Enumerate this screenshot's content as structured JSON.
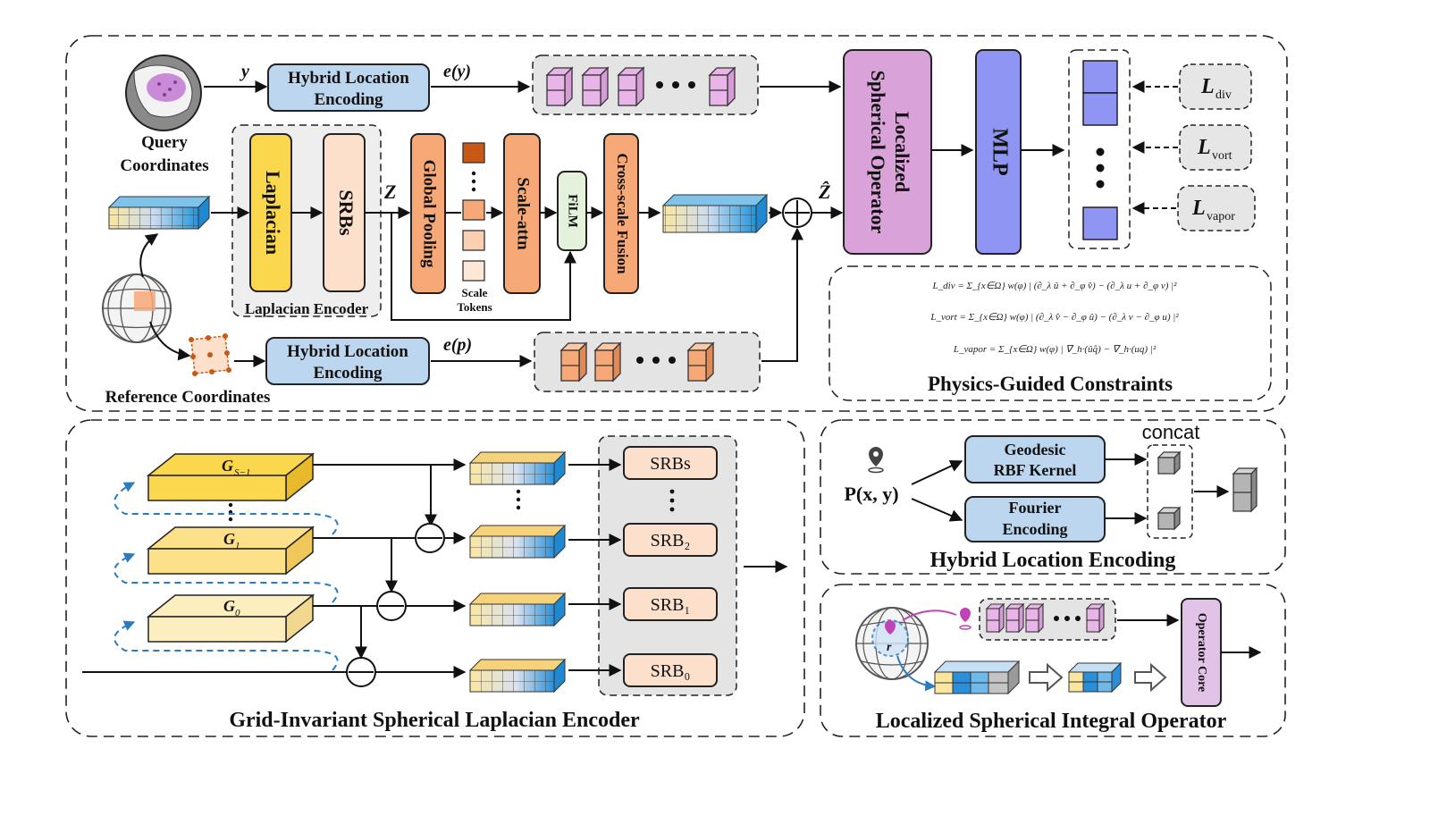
{
  "top": {
    "query_label_1": "Query",
    "query_label_2": "Coordinates",
    "y_label": "y",
    "hle_top_1": "Hybrid Location",
    "hle_top_2": "Encoding",
    "ey_label": "e(y)",
    "laplacian": "Laplacian",
    "srbs": "SRBs",
    "laplacian_encoder": "Laplacian Encoder",
    "z_label": "Z",
    "global_pooling": "Global Pooling",
    "scale_tokens_1": "Scale",
    "scale_tokens_2": "Tokens",
    "scale_attn": "Scale-attn",
    "film": "FiLM",
    "cross_scale": "Cross-scale Fusion",
    "zhat_label": "Ẑ",
    "lso_1": "Localized",
    "lso_2": "Spherical Operator",
    "mlp": "MLP",
    "loss_div": "L",
    "loss_div_sub": "div",
    "loss_vort": "L",
    "loss_vort_sub": "vort",
    "loss_vapor": "L",
    "loss_vapor_sub": "vapor",
    "ref_coords": "Reference Coordinates",
    "hle_bot_1": "Hybrid Location",
    "hle_bot_2": "Encoding",
    "ep_label": "e(p)",
    "physics_title": "Physics-Guided Constraints",
    "eq_div": "L_div = Σ_{x∈Ω} w(φ) | (∂_λ û + ∂_φ v̂) − (∂_λ u + ∂_φ v) |²",
    "eq_vort": "L_vort = Σ_{x∈Ω} w(φ) | (∂_λ v̂ − ∂_φ û) − (∂_λ v − ∂_φ u) |²",
    "eq_vapor": "L_vapor = Σ_{x∈Ω} w(φ) | ∇_h·(ûq̂) − ∇_h·(uq) |²"
  },
  "bottom_left": {
    "g_top": "G",
    "g_top_sub": "S−1",
    "g_mid": "G",
    "g_mid_sub": "1",
    "g_bot": "G",
    "g_bot_sub": "0",
    "srbs": "SRBs",
    "srb2": "SRB₂",
    "srb1": "SRB₁",
    "srb0": "SRB₀",
    "title": "Grid-Invariant Spherical Laplacian Encoder"
  },
  "bottom_right_top": {
    "point": "P(x, y)",
    "geo_1": "Geodesic",
    "geo_2": "RBF Kernel",
    "fourier_1": "Fourier",
    "fourier_2": "Encoding",
    "concat": "concat",
    "title": "Hybrid Location Encoding"
  },
  "bottom_right_bot": {
    "r_label": "r",
    "operator_core": "Operator Core",
    "title": "Localized Spherical Integral Operator"
  },
  "colors": {
    "blue_box": "#bcd6f0",
    "laplacian": "#fbd74e",
    "peach": "#fde0cc",
    "orange": "#f7a877",
    "purple": "#d9a2d9",
    "mlp": "#8f95f2",
    "film": "#e4f2dc"
  }
}
